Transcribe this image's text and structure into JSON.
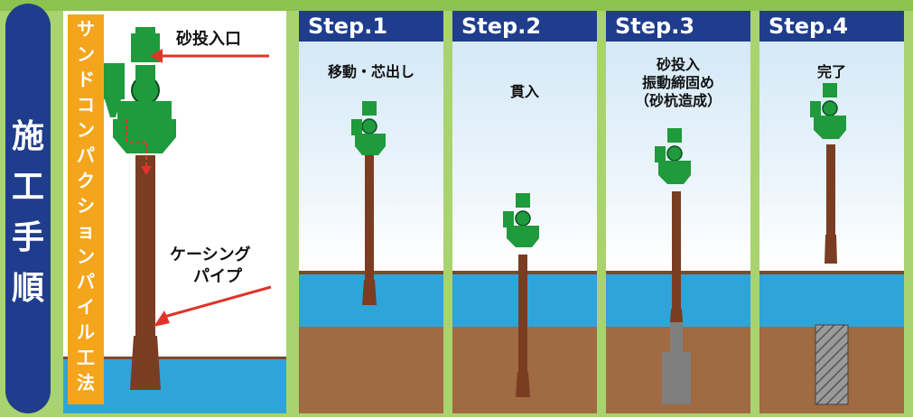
{
  "side_label": [
    "施",
    "工",
    "手",
    "順"
  ],
  "method_title": [
    "サ",
    "ン",
    "ド",
    "コ",
    "ン",
    "パ",
    "ク",
    "シ",
    "ョ",
    "ン",
    "パ",
    "イ",
    "ル",
    "工",
    "法"
  ],
  "callouts": {
    "sand_inlet": "砂投入口",
    "casing_line1": "ケーシング",
    "casing_line2": "パイプ"
  },
  "steps": [
    {
      "head": "Step.1",
      "caption": [
        "移動・芯出し"
      ]
    },
    {
      "head": "Step.2",
      "caption": [
        "貫入"
      ]
    },
    {
      "head": "Step.3",
      "caption": [
        "砂投入",
        "振動締固め",
        "（砂杭造成）"
      ]
    },
    {
      "head": "Step.4",
      "caption": [
        "完了"
      ]
    }
  ],
  "colors": {
    "background": "#a9d36e",
    "navy": "#1f3d8c",
    "orange": "#f4a51c",
    "machine_green": "#1f9a3c",
    "casing_brown": "#7a3d22",
    "water": "#2fa4d8",
    "soil": "#a06a42",
    "sand_pile": "#7f7f7f",
    "arrow_red": "#e0342b"
  },
  "icons": [
    "vibro-machine-icon",
    "casing-pipe-icon",
    "sand-pile-icon",
    "red-arrow-icon"
  ]
}
